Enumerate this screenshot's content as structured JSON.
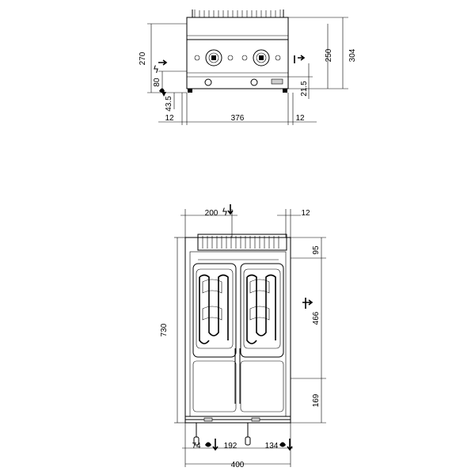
{
  "front_view": {
    "dims": {
      "height_270": "270",
      "height_80": "80",
      "height_43_5": "43.5",
      "side_left_12": "12",
      "width_376": "376",
      "side_right_12": "12",
      "height_250": "250",
      "height_304": "304",
      "height_21_5": "21.5"
    },
    "icons": [
      "electric-connection-icon",
      "water-inlet-icon",
      "water-drain-icon"
    ]
  },
  "top_view": {
    "dims": {
      "offset_200": "200",
      "offset_12": "12",
      "depth_730": "730",
      "depth_95": "95",
      "depth_466": "466",
      "depth_169": "169",
      "offset_74": "74",
      "offset_192": "192",
      "offset_134": "134",
      "width_400": "400"
    },
    "icons": [
      "electric-connection-icon",
      "water-inlet-icon",
      "drain-icon"
    ]
  }
}
